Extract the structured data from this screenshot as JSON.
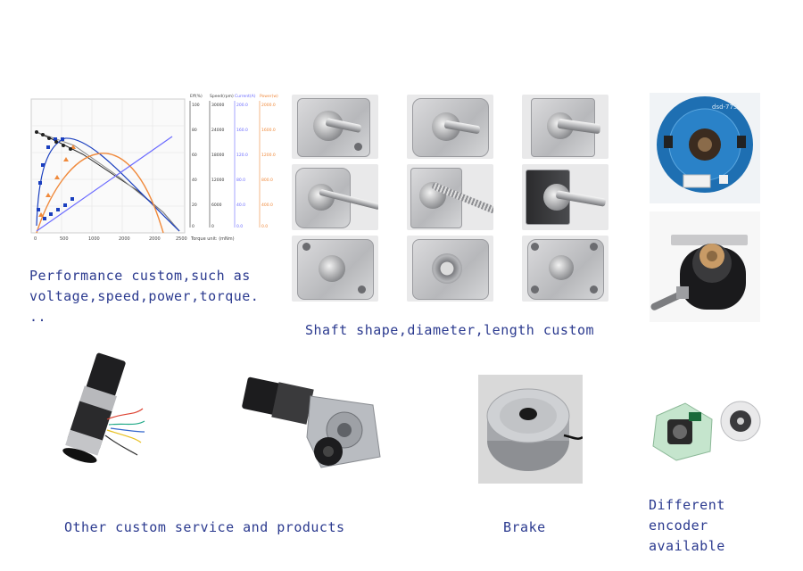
{
  "captions": {
    "performance": "Performance custom,such as\nvoltage,speed,power,torque.\n..",
    "shaft": "Shaft shape,diameter,length custom",
    "other": "Other custom service and products",
    "brake": "Brake",
    "encoder": "Different\nencoder\navailable"
  },
  "chart": {
    "column_headers": [
      "Eff(%)",
      "Speed(rpm)",
      "Current(A)",
      "Power(w)"
    ],
    "eff_ticks": [
      "100",
      "80",
      "60",
      "40",
      "20",
      "0"
    ],
    "speed_ticks": [
      "30000",
      "24000",
      "18000",
      "12000",
      "6000",
      "0"
    ],
    "current_ticks": [
      "200.0",
      "160.0",
      "120.0",
      "80.0",
      "40.0",
      "0.0"
    ],
    "power_ticks": [
      "2000.0",
      "1600.0",
      "1200.0",
      "800.0",
      "400.0",
      "0.0"
    ],
    "x_ticks": [
      "0",
      "500",
      "1000",
      "2000",
      "2000",
      "2500"
    ],
    "x_unit": "Torque unit: (mNm)",
    "colors": {
      "eff": "#1a3fbf",
      "speed": "#222222",
      "current": "#6a6aff",
      "power": "#f08a3c",
      "grey": "#8a8a8a"
    }
  },
  "icons": {
    "encoder_board": "encoder-board-icon",
    "hollow_encoder": "hollow-shaft-encoder-icon",
    "gear_motor": "planetary-gear-motor-icon",
    "worm_gear_motor": "worm-gear-motor-icon",
    "brake": "brake-icon",
    "small_encoder": "small-encoder-icon"
  },
  "encoder_board_label": "dsd-775"
}
